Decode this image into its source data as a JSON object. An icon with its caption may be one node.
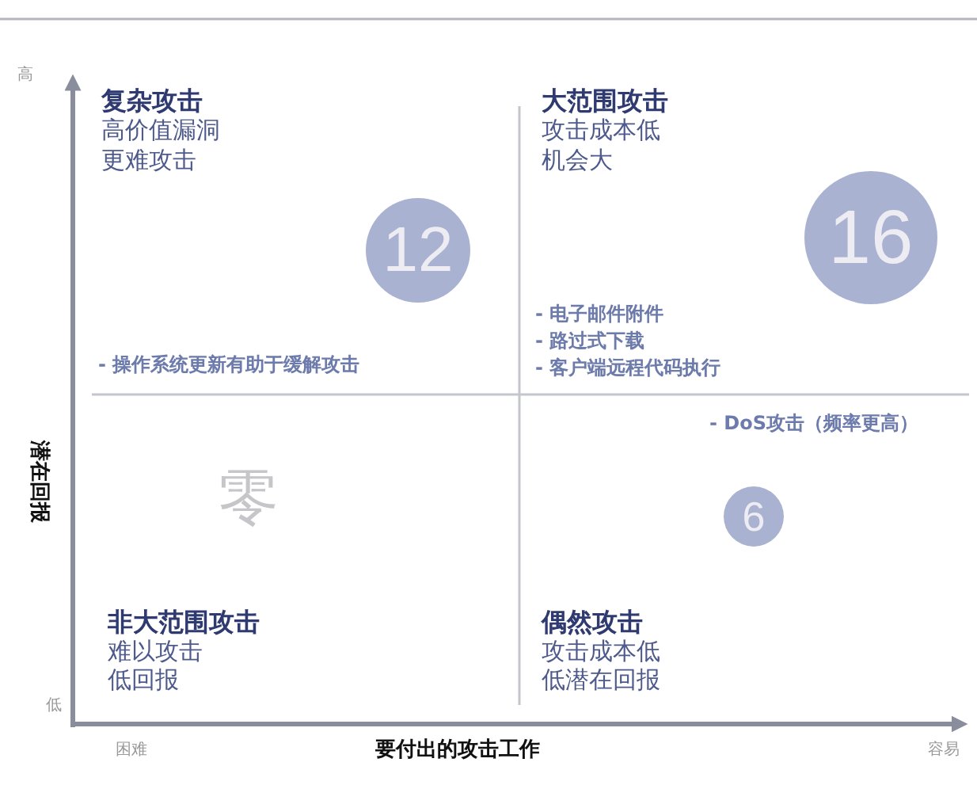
{
  "diagram": {
    "nodes": [
      {
        "text": [
          "12"
        ]
      },
      {
        "text": [
          "16"
        ]
      },
      {
        "text": [
          "6"
        ]
      }
    ],
    "labels": [
      "高",
      "复杂攻击",
      "高价值漏洞",
      "更难攻击",
      "大范围攻击",
      "攻击成本低",
      "机会大",
      "- 操作系统更新有助于缓解攻击",
      "- 电子邮件附件",
      "- 路过式下载",
      "- 客户端远程代码执行",
      "潜在回报",
      "- DoS攻击（频率更高）",
      "零",
      "非大范围攻击",
      "难以攻击",
      "低回报",
      "偶然攻击",
      "攻击成本低",
      "低潜在回报",
      "低",
      "困难",
      "要付出的攻击工作",
      "容易"
    ]
  }
}
